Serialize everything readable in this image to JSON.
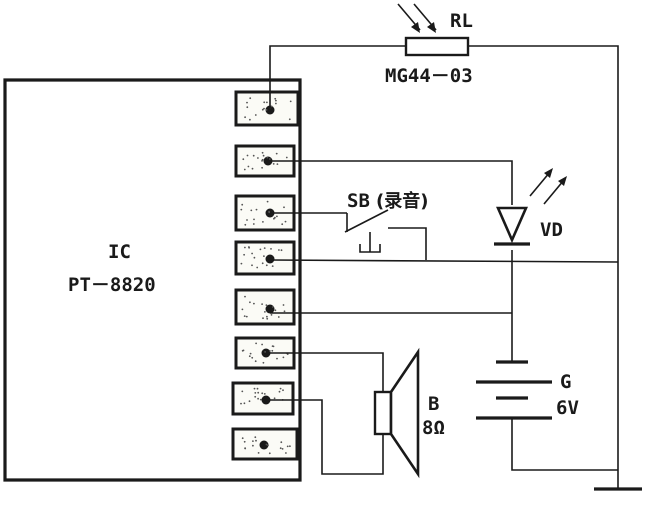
{
  "ic": {
    "name": "IC",
    "part": "PT－8820"
  },
  "rl": {
    "name": "RL",
    "part": "MG44－03"
  },
  "sb": {
    "name": "SB",
    "note": "(录音)"
  },
  "vd": {
    "name": "VD"
  },
  "speaker": {
    "name": "B",
    "impedance": "8Ω"
  },
  "battery": {
    "name": "G",
    "voltage": "6V"
  },
  "pin_count": 8
}
